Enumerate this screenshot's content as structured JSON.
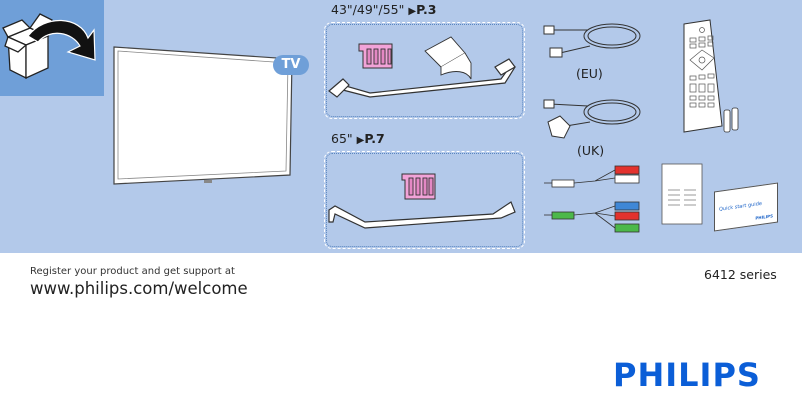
{
  "colors": {
    "band": "#b3c9ea",
    "unbox_panel": "#6f9fd8",
    "badge": "#6f9fd8",
    "logo": "#0b5ed7",
    "screw_pack": "#f2a3d8"
  },
  "tv": {
    "badge": "TV"
  },
  "stand_small": {
    "sizes": "43\"/49\"/55\"",
    "arrow": "▶",
    "page": "P.3"
  },
  "stand_large": {
    "sizes": "65\"",
    "arrow": "▶",
    "page": "P.7"
  },
  "power_cords": [
    {
      "label": "(EU)"
    },
    {
      "label": "(UK)"
    }
  ],
  "quick_start": {
    "title": "Quick start guide",
    "brand": "PHILIPS"
  },
  "footer": {
    "register_text": "Register your product and get support at",
    "url": "www.philips.com/welcome",
    "series": "6412 series",
    "logo": "PHILIPS"
  }
}
